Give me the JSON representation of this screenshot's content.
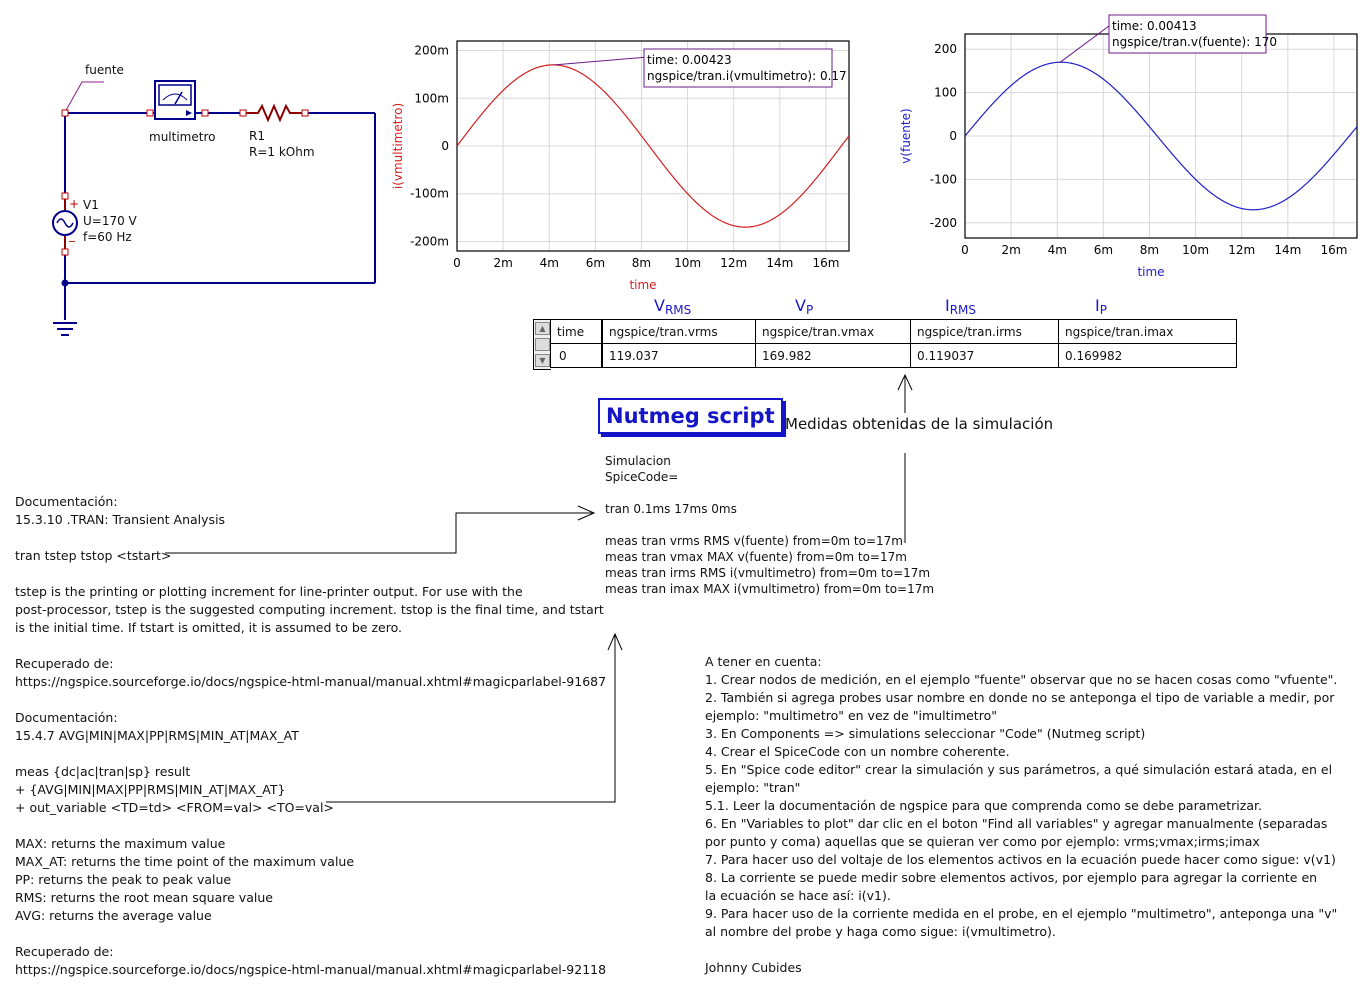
{
  "circuit": {
    "node_label": "fuente",
    "meter_name": "multimetro",
    "resistor_name": "R1",
    "resistor_value": "R=1 kOhm",
    "source_name": "V1",
    "source_voltage": "U=170 V",
    "source_freq": "f=60 Hz",
    "plus_sign": "+",
    "minus_sign": "_"
  },
  "chart_data": [
    {
      "type": "line",
      "xlabel": "time",
      "ylabel": "i(vmultimetro)",
      "xlim": [
        0,
        0.017
      ],
      "ylim": [
        -0.22,
        0.22
      ],
      "x_ticks": [
        "0",
        "2m",
        "4m",
        "6m",
        "8m",
        "10m",
        "12m",
        "14m",
        "16m"
      ],
      "y_ticks": [
        "200m",
        "100m",
        "0",
        "-100m",
        "-200m"
      ],
      "series": [
        {
          "amplitude": 0.17,
          "frequency_hz": 60,
          "color": "#d42020"
        }
      ],
      "grid": true,
      "annotation": {
        "line1": "time: 0.00423",
        "line2": "ngspice/tran.i(vmultimetro): 0.17",
        "x": 0.00423,
        "y": 0.17
      }
    },
    {
      "type": "line",
      "xlabel": "time",
      "ylabel": "v(fuente)",
      "xlim": [
        0,
        0.017
      ],
      "ylim": [
        -235,
        235
      ],
      "x_ticks": [
        "0",
        "2m",
        "4m",
        "6m",
        "8m",
        "10m",
        "12m",
        "14m",
        "16m"
      ],
      "y_ticks": [
        "200",
        "100",
        "0",
        "-100",
        "-200"
      ],
      "series": [
        {
          "amplitude": 170,
          "frequency_hz": 60,
          "color": "#2020c8"
        }
      ],
      "grid": true,
      "annotation": {
        "line1": "time: 0.00413",
        "line2": "ngspice/tran.v(fuente): 170",
        "x": 0.00413,
        "y": 170
      }
    }
  ],
  "measure_headers": {
    "vrms": {
      "main": "V",
      "sub": "RMS"
    },
    "vp": {
      "main": "V",
      "sub": "P"
    },
    "irms": {
      "main": "I",
      "sub": "RMS"
    },
    "ip": {
      "main": "I",
      "sub": "P"
    }
  },
  "results_table": {
    "columns": [
      "time",
      "ngspice/tran.vrms",
      "ngspice/tran.vmax",
      "ngspice/tran.irms",
      "ngspice/tran.imax"
    ],
    "row": [
      "0",
      "119.037",
      "169.982",
      "0.119037",
      "0.169982"
    ]
  },
  "nutmeg_title": "Nutmeg script",
  "measures_caption": "Medidas obtenidas de la simulación",
  "script_lines": [
    "Simulacion",
    "SpiceCode=",
    "",
    "tran 0.1ms 17ms 0ms",
    "",
    "meas tran vrms RMS v(fuente) from=0m to=17m",
    "meas tran vmax MAX v(fuente) from=0m to=17m",
    "meas tran irms RMS i(vmultimetro) from=0m to=17m",
    "meas tran imax MAX i(vmultimetro) from=0m to=17m"
  ],
  "doc_lines": [
    "Documentación:",
    "15.3.10 .TRAN: Transient Analysis",
    "",
    "tran tstep tstop <tstart>",
    "",
    "tstep is the printing or plotting increment for line-printer output. For use with the",
    "post-processor, tstep is the suggested computing increment. tstop is the final time, and tstart",
    "is the initial time. If tstart is omitted, it is assumed to be zero.",
    "",
    "Recuperado de:",
    "https://ngspice.sourceforge.io/docs/ngspice-html-manual/manual.xhtml#magicparlabel-91687",
    "",
    "Documentación:",
    "15.4.7 AVG|MIN|MAX|PP|RMS|MIN_AT|MAX_AT",
    "",
    "meas {dc|ac|tran|sp} result",
    "+ {AVG|MIN|MAX|PP|RMS|MIN_AT|MAX_AT}",
    "+ out_variable <TD=td> <FROM=val> <TO=val>",
    "",
    "MAX: returns the maximum value",
    "MAX_AT: returns the time point of the maximum value",
    "PP: returns the peak to peak value",
    "RMS: returns the root mean square value",
    "AVG: returns the average value",
    "",
    "Recuperado de:",
    "https://ngspice.sourceforge.io/docs/ngspice-html-manual/manual.xhtml#magicparlabel-92118"
  ],
  "notes_lines": [
    "A tener en cuenta:",
    "1. Crear nodos de medición, en el ejemplo \"fuente\" observar que no se hacen cosas como \"vfuente\".",
    "2. También si agrega probes usar nombre en donde no se anteponga el tipo de variable a medir, por",
    "ejemplo: \"multimetro\" en vez de \"imultimetro\"",
    "3. En Components => simulations seleccionar \"Code\" (Nutmeg script)",
    "4. Crear el SpiceCode con un nombre coherente.",
    "5. En \"Spice code editor\" crear la simulación y sus parámetros, a qué simulación estará atada, en el",
    "ejemplo: \"tran\"",
    "5.1. Leer la documentación de ngspice para que comprenda como se debe parametrizar.",
    "6. En \"Variables to plot\" dar clic en el boton \"Find all variables\" y agregar manualmente (separadas",
    "por punto y coma) aquellas que se quieran ver como por ejemplo: vrms;vmax;irms;imax",
    "7. Para hacer uso del voltaje de los elementos activos en la ecuación puede hacer como sigue: v(v1)",
    "8. La corriente se puede medir sobre elementos activos, por ejemplo para agregar la corriente en",
    "la ecuación se hace así: i(v1).",
    "9. Para hacer uso de la corriente medida en el probe, en el ejemplo \"multimetro\", anteponga una \"v\"",
    "al nombre del probe y haga como sigue: i(vmultimetro).",
    "",
    "Johnny Cubides"
  ]
}
